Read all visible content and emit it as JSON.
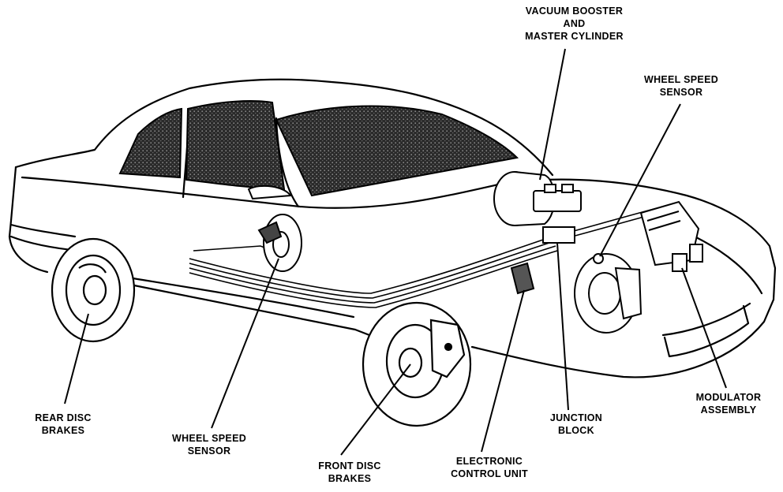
{
  "colors": {
    "ink": "#000000",
    "paper": "#ffffff",
    "glass": "#3a3a3a"
  },
  "labels": {
    "vacuum_booster": {
      "line1": "VACUUM BOOSTER",
      "line2": "AND",
      "line3": "MASTER CYLINDER"
    },
    "wheel_speed_sensor_front": {
      "line1": "WHEEL SPEED",
      "line2": "SENSOR"
    },
    "rear_disc_brakes": {
      "line1": "REAR DISC",
      "line2": "BRAKES"
    },
    "wheel_speed_sensor_rear": {
      "line1": "WHEEL SPEED",
      "line2": "SENSOR"
    },
    "front_disc_brakes": {
      "line1": "FRONT DISC",
      "line2": "BRAKES"
    },
    "electronic_control_unit": {
      "line1": "ELECTRONIC",
      "line2": "CONTROL UNIT"
    },
    "junction_block": {
      "line1": "JUNCTION",
      "line2": "BLOCK"
    },
    "modulator_assembly": {
      "line1": "MODULATOR",
      "line2": "ASSEMBLY"
    }
  }
}
